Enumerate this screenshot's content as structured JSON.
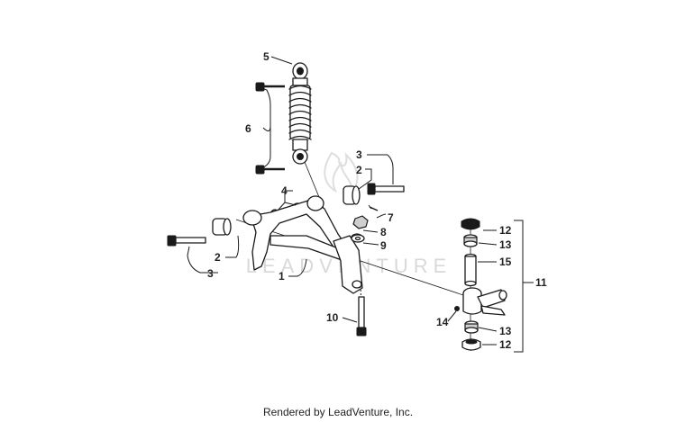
{
  "watermark": "LEADVENTURE",
  "footer": "Rendered by LeadVenture, Inc.",
  "callouts": {
    "c1": "1",
    "c2a": "2",
    "c2b": "2",
    "c3a": "3",
    "c3b": "3",
    "c4": "4",
    "c5": "5",
    "c6": "6",
    "c7": "7",
    "c8": "8",
    "c9": "9",
    "c10": "10",
    "c11": "11",
    "c12a": "12",
    "c12b": "12",
    "c13a": "13",
    "c13b": "13",
    "c14": "14",
    "c15": "15"
  },
  "colors": {
    "line": "#1a1a1a",
    "watermark": "#d9d9d9",
    "background": "#ffffff"
  }
}
